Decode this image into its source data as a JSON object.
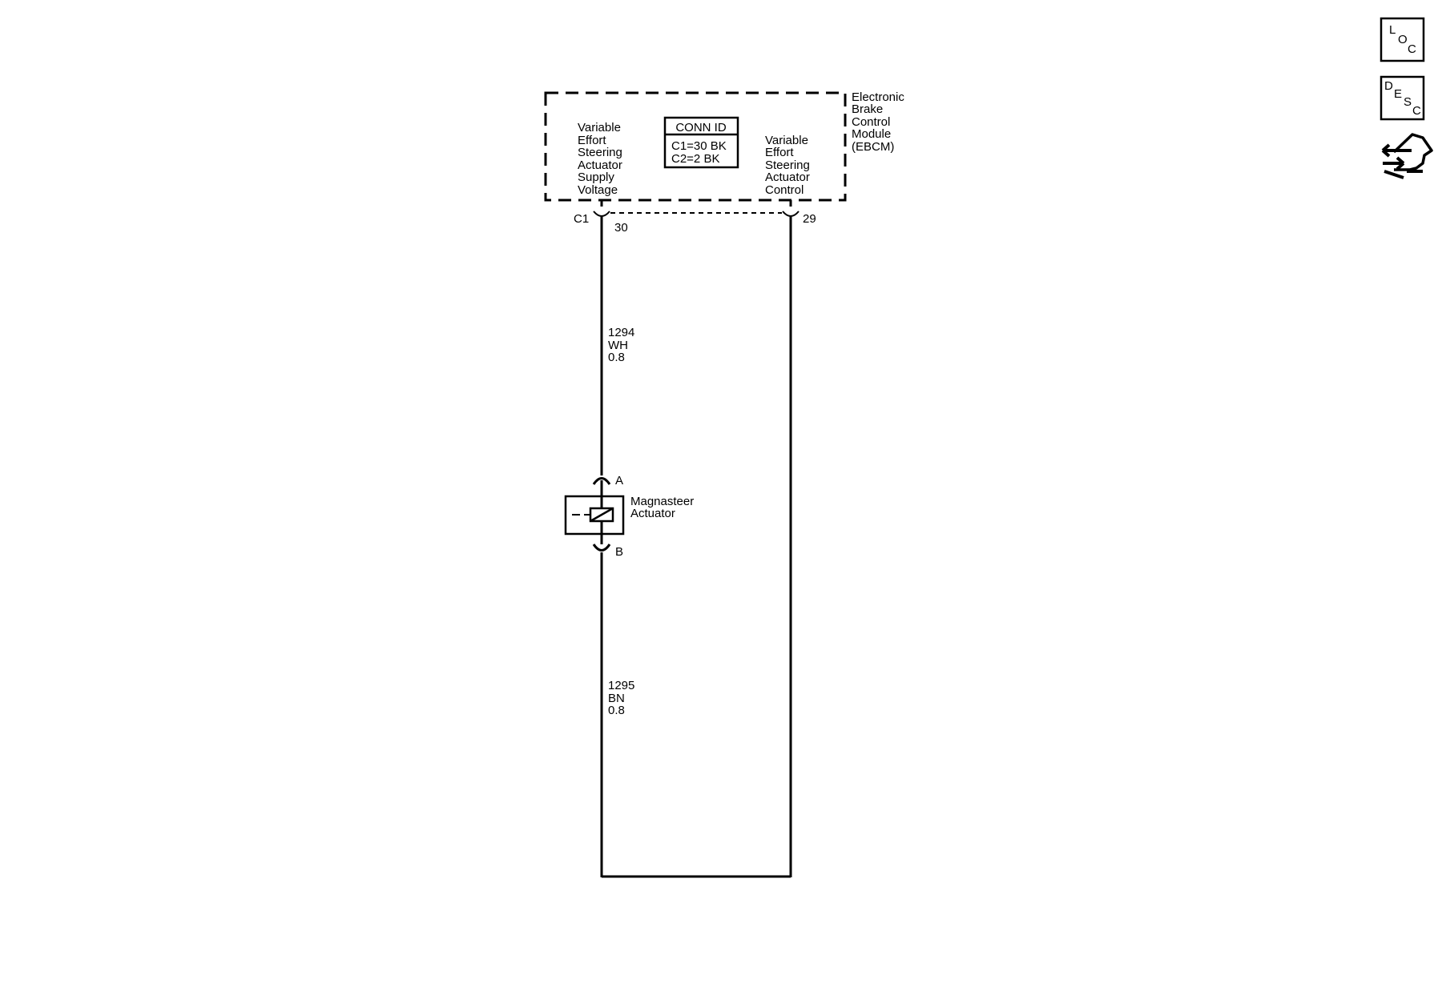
{
  "module": {
    "name_lines": [
      "Electronic",
      "Brake",
      "Control",
      "Module",
      "(EBCM)"
    ],
    "left_function_lines": [
      "Variable",
      "Effort",
      "Steering",
      "Actuator",
      "Supply",
      "Voltage"
    ],
    "right_function_lines": [
      "Variable",
      "Effort",
      "Steering",
      "Actuator",
      "Control"
    ],
    "conn_id": {
      "header": "CONN ID",
      "rows": [
        "C1=30 BK",
        "C2=2 BK"
      ]
    },
    "connector_label": "C1",
    "pin_left": "30",
    "pin_right": "29"
  },
  "wires": {
    "upper": {
      "circuit": "1294",
      "color": "WH",
      "size": "0.8"
    },
    "lower": {
      "circuit": "1295",
      "color": "BN",
      "size": "0.8"
    }
  },
  "actuator": {
    "name_lines": [
      "Magnasteer",
      "Actuator"
    ],
    "pin_top": "A",
    "pin_bottom": "B"
  },
  "nav": {
    "loc": {
      "letters": [
        "L",
        "O",
        "C"
      ]
    },
    "desc": {
      "letters": [
        "D",
        "E",
        "S",
        "C"
      ]
    },
    "connector_icon": "connector-end-view-icon"
  }
}
